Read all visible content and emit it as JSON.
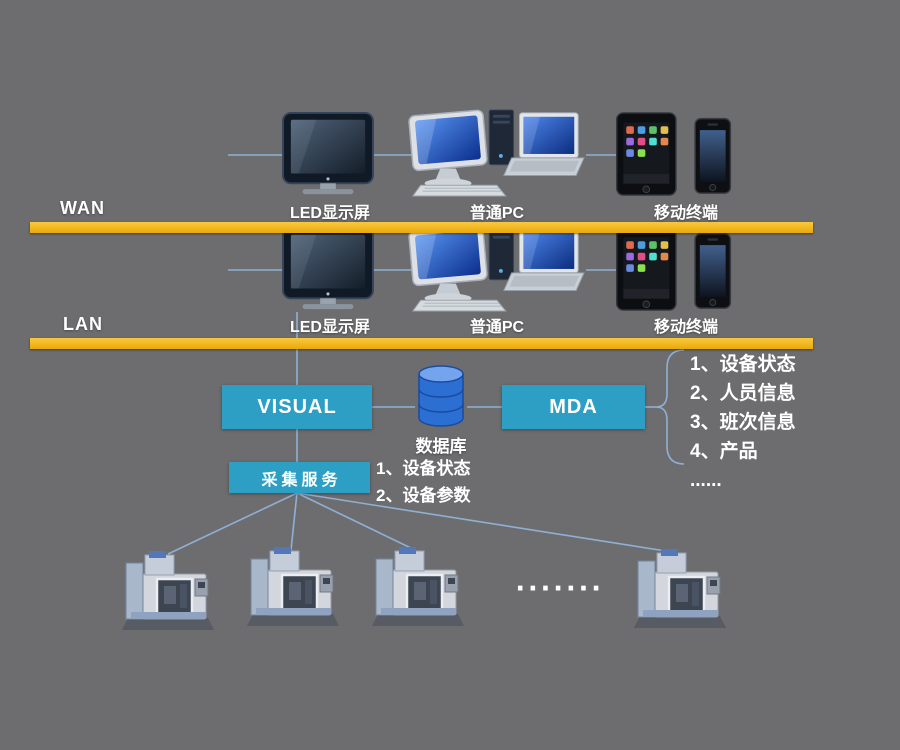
{
  "bars": {
    "wan_label": "WAN",
    "lan_label": "LAN"
  },
  "wan_row": {
    "led_label": "LED显示屏",
    "pc_label": "普通PC",
    "mobile_label": "移动终端"
  },
  "lan_row": {
    "led_label": "LED显示屏",
    "pc_label": "普通PC",
    "mobile_label": "移动终端"
  },
  "middle": {
    "visual_label": "VISUAL",
    "database_label": "数据库",
    "mda_label": "MDA",
    "collect_label": "采集服务",
    "mda_list": [
      "1、设备状态",
      "2、人员信息",
      "3、班次信息",
      "4、产品",
      "......"
    ],
    "db_list": [
      "1、设备状态",
      "2、设备参数"
    ]
  },
  "bottom": {
    "dots": "·······"
  },
  "colors": {
    "background": "#6d6d6f",
    "network_bar": "#f0b41c",
    "box_blue": "#2d9fc5",
    "database_blue": "#2b6fd2",
    "connector_line": "#8fb0d4",
    "text": "#ffffff"
  }
}
